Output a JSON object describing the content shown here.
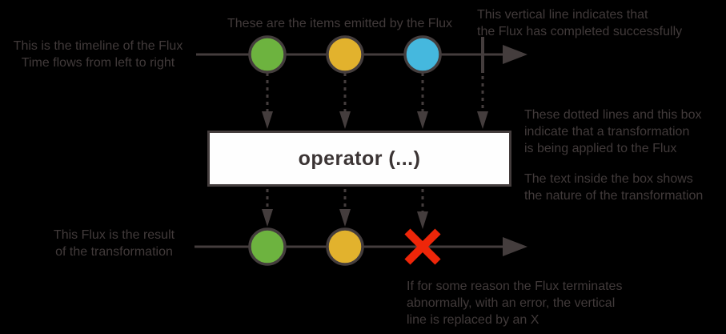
{
  "colors": {
    "background": "#000000",
    "annotation_text": "#413a3a",
    "line": "#443d3d",
    "item_green": "#6db33f",
    "item_yellow": "#e2b22d",
    "item_blue": "#45b8de",
    "error_red": "#ee2609",
    "box_fill": "#fefefe",
    "box_text": "#3b3434"
  },
  "source_timeline": {
    "items": [
      "green",
      "yellow",
      "blue"
    ],
    "terminal": "complete"
  },
  "result_timeline": {
    "items": [
      "green",
      "yellow"
    ],
    "terminal": "error"
  },
  "operator_box": {
    "label": "operator (...)"
  },
  "annotations": {
    "timeline_note": "This is the timeline of the Flux\nTime flows from left to right",
    "items_note": "These are the items emitted by the Flux",
    "complete_note": "This vertical line indicates that\nthe Flux has completed successfully",
    "transform_note": "These dotted lines and this box\nindicate that a transformation\nis being applied to the Flux",
    "box_text_note": "The text inside the box shows\nthe nature of the transformation",
    "result_note": "This Flux is the result\nof the transformation",
    "error_note": "If for some reason the Flux terminates\nabnormally, with an error, the vertical\nline is replaced by an X"
  }
}
